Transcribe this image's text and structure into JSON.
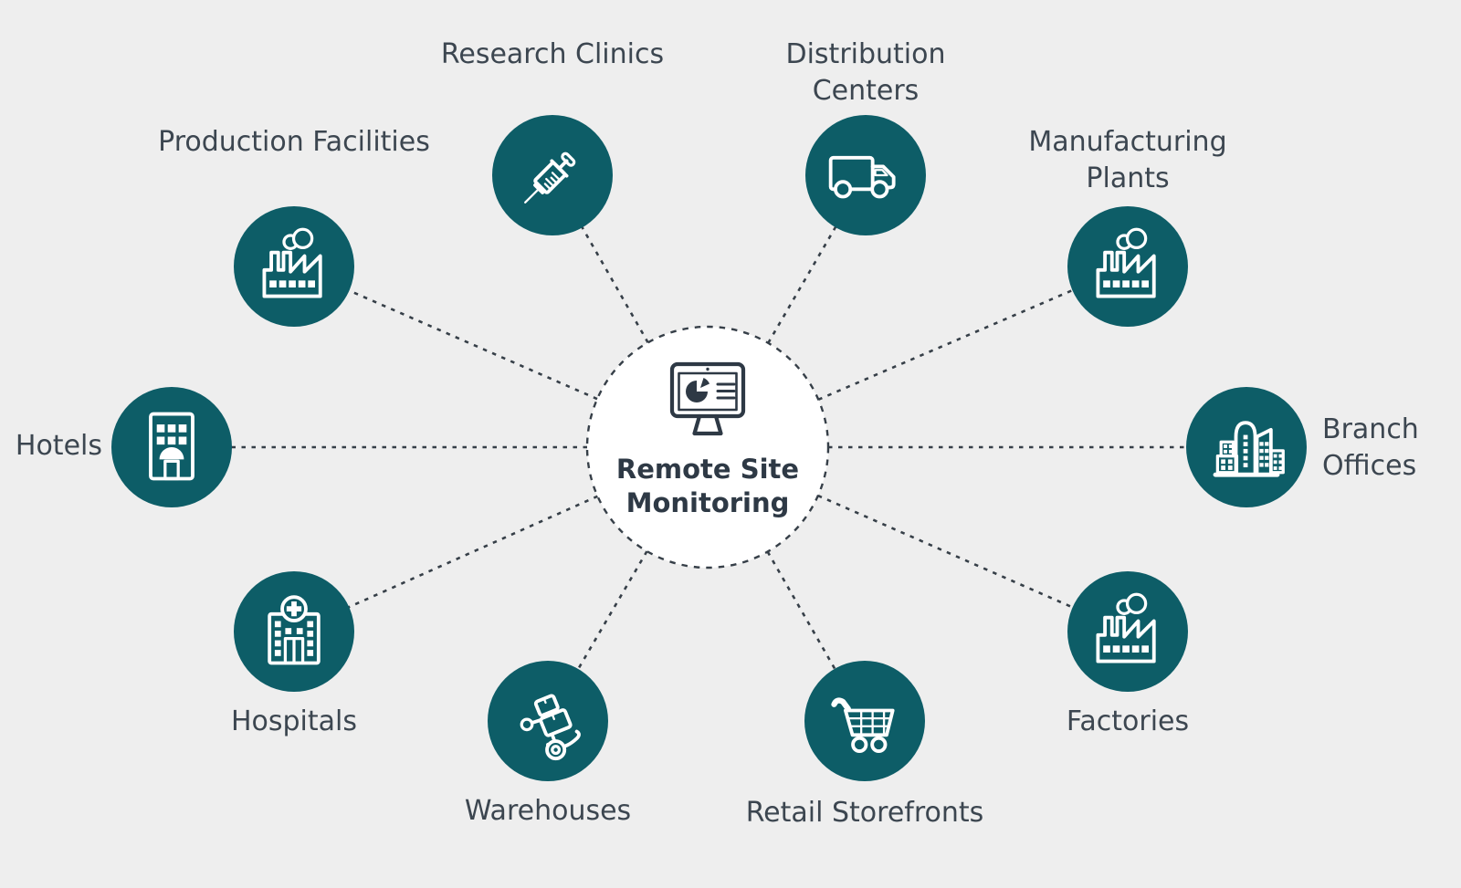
{
  "title": "Remote Site Monitoring",
  "center": {
    "label": "Remote Site Monitoring",
    "icon": "dashboard-monitor-icon"
  },
  "nodes": [
    {
      "id": "production-facilities",
      "label": "Production Facilities",
      "icon": "factory-icon"
    },
    {
      "id": "research-clinics",
      "label": "Research Clinics",
      "icon": "syringe-icon"
    },
    {
      "id": "distribution-centers",
      "label": "Distribution Centers",
      "icon": "delivery-truck-icon"
    },
    {
      "id": "manufacturing-plants",
      "label": "Manufacturing Plants",
      "icon": "factory-icon"
    },
    {
      "id": "hotels",
      "label": "Hotels",
      "icon": "hotel-building-icon"
    },
    {
      "id": "branch-offices",
      "label": "Branch Offices",
      "icon": "office-buildings-icon"
    },
    {
      "id": "hospitals",
      "label": "Hospitals",
      "icon": "hospital-icon"
    },
    {
      "id": "warehouses",
      "label": "Warehouses",
      "icon": "hand-truck-icon"
    },
    {
      "id": "retail-storefronts",
      "label": "Retail Storefronts",
      "icon": "shopping-cart-icon"
    },
    {
      "id": "factories",
      "label": "Factories",
      "icon": "factory-icon"
    }
  ],
  "colors": {
    "background": "#EEEEEE",
    "node_fill": "#0D5D67",
    "icon_stroke": "#FFFFFF",
    "label_text": "#3C4650",
    "center_text": "#2E3945",
    "connector": "#363F48",
    "center_fill": "#FFFFFF"
  }
}
